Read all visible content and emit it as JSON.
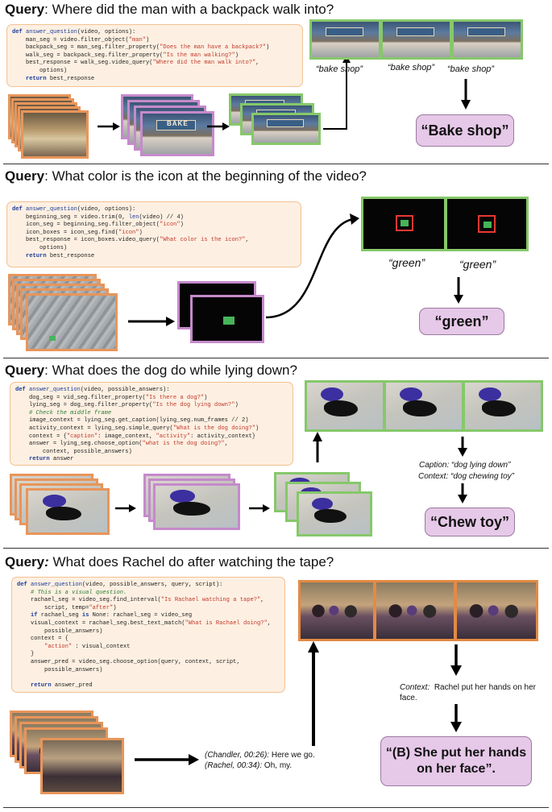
{
  "panels": [
    {
      "query_label": "Query",
      "query_text": ": Where did the man with a backpack walk into?",
      "code": [
        "def answer_question(video, options):",
        "    man_seg = video.filter_object(\"man\")",
        "    backpack_seg = man_seg.filter_property(\"Does the man have a backpack?\")",
        "    walk_seg = backpack_seg.filter_property(\"Is the man walking?\")",
        "    best_response = walk_seg.video_query(\"Where did the man walk into?\",",
        "        options)",
        "    return best_response"
      ],
      "captions": [
        "“bake shop”",
        "“bake shop”",
        "“bake shop”"
      ],
      "answer": "“Bake shop”",
      "sign": "BAKE"
    },
    {
      "query_label": "Query",
      "query_text": ": What color is the icon at the beginning of the video?",
      "code": [
        "def answer_question(video, options):",
        "    beginning_seg = video.trim(0, len(video) // 4)",
        "    icon_seg = beginning_seg.filter_object(\"icon\")",
        "    icon_boxes = icon_seg.find(\"icon\")",
        "    best_response = icon_boxes.video_query(\"What color is the icon?\",",
        "        options)",
        "    return best_response"
      ],
      "captions": [
        "“green”",
        "“green”"
      ],
      "answer": "“green”"
    },
    {
      "query_label": "Query",
      "query_text": ": What does the dog do while lying down?",
      "code": [
        "def answer_question(video, possible_answers):",
        "    dog_seg = vid_seg.filter_property(\"Is there a dog?\")",
        "    lying_seg = dog_seg.filter_property(\"Is the dog lying down?\")",
        "    # Check the middle frame",
        "    image_context = lying_seg.get_caption(lying_seg.num_frames // 2)",
        "    activity_context = lying_seg.simple_query(\"What is the dog doing?\")",
        "    context = {\"caption\": image_context, \"activity\": activity_context}",
        "    answer = lying_seg.choose_option(\"what is the dog doing?\",",
        "        context, possible_answers)",
        "    return answer"
      ],
      "caption_label": "Caption:",
      "caption_value": "“dog lying down”",
      "context_label": "Context:",
      "context_value": "“dog chewing toy”",
      "answer": "“Chew toy”"
    },
    {
      "query_label": "Query",
      "query_label_suffix": ":",
      "query_text": " What does Rachel do after watching the tape?",
      "code": [
        "def answer_question(video, possible_answers, query, script):",
        "    # This is a visual question.",
        "    rachael_seg = video_seg.find_interval(\"Is Rachael watching a tape?\",",
        "        script, temp=\"after\")",
        "    if rachael_seg is None: rachael_seg = video_seg",
        "    visual_context = rachael_seg.best_text_match(\"What is Rachael doing?\",",
        "        possible_answers)",
        "    context = {",
        "        \"action\" : visual_context",
        "    }",
        "    answer_pred = video_seg.choose_option(query, context, script,",
        "        possible_answers)",
        "",
        "    return answer_pred"
      ],
      "context_label": "Context:",
      "context_text": "Rachel put her hands on her face.",
      "script_line_1_speaker": "(Chandler, 00:26):",
      "script_line_1_text": " Here we go.",
      "script_line_2_speaker": "(Rachel, 00:34):",
      "script_line_2_text": " Oh, my.",
      "answer_line_1": "“(B) She put her hands",
      "answer_line_2": "on her face”."
    }
  ],
  "colors": {
    "code_bg": "#fdf0e2",
    "code_border": "#f2c191",
    "frame_orange": "#e8955a",
    "frame_purple": "#c58acb",
    "frame_green": "#86c86a",
    "answer_bg": "#e6c8e8",
    "bbox_red": "#e53935",
    "icon_green": "#47b45a"
  }
}
